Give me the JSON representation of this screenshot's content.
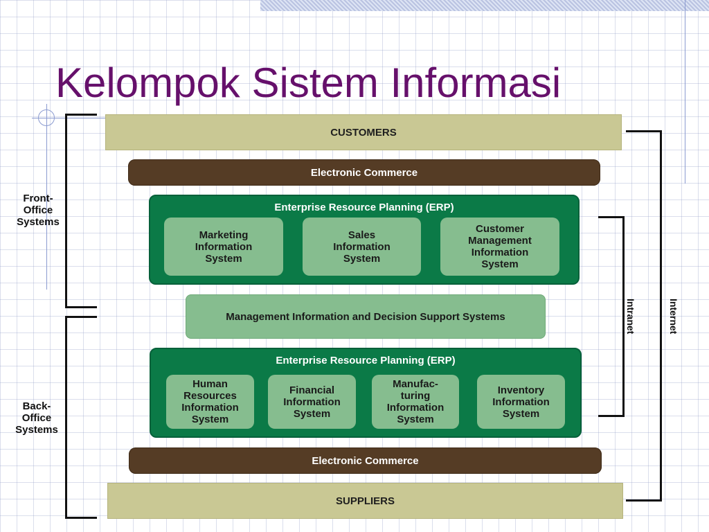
{
  "title": "Kelompok Sistem Informasi",
  "diagram": {
    "customers": "CUSTOMERS",
    "ecommerce_top": "Electronic Commerce",
    "erp_front": {
      "label": "Enterprise Resource Planning (ERP)",
      "systems": [
        "Marketing\nInformation\nSystem",
        "Sales\nInformation\nSystem",
        "Customer\nManagement\nInformation\nSystem"
      ]
    },
    "mis": "Management Information and Decision Support Systems",
    "erp_back": {
      "label": "Enterprise Resource Planning (ERP)",
      "systems": [
        "Human\nResources\nInformation\nSystem",
        "Financial\nInformation\nSystem",
        "Manufac-\nturing\nInformation\nSystem",
        "Inventory\nInformation\nSystem"
      ]
    },
    "ecommerce_bottom": "Electronic Commerce",
    "suppliers": "SUPPLIERS",
    "front_office": "Front-\nOffice\nSystems",
    "back_office": "Back-\nOffice\nSystems",
    "intranet": "Intranet",
    "internet": "Internet"
  },
  "colors": {
    "title": "#66106b",
    "khaki_band": "#c9c894",
    "brown_band": "#553c25",
    "erp_green": "#0b7a47",
    "system_green": "#86bd8f"
  }
}
